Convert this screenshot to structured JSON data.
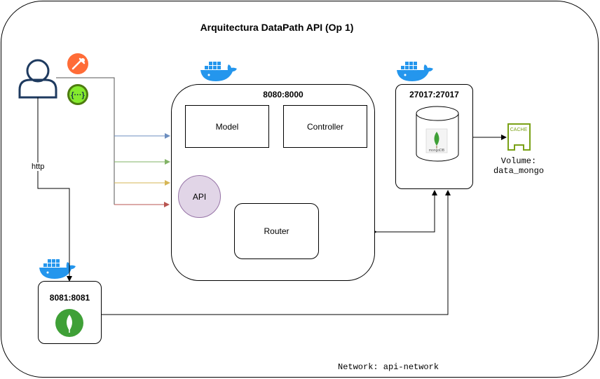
{
  "title": "Arquitectura DataPath API (Op 1)",
  "api_container": {
    "ports": "8080:8000",
    "model_label": "Model",
    "controller_label": "Controller",
    "router_label": "Router",
    "api_label": "API"
  },
  "mongo_container": {
    "ports": "27017:27017",
    "logo_text": "mongoDB"
  },
  "mongo_express_container": {
    "ports": "8081:8081"
  },
  "volume": {
    "label_line1": "Volume:",
    "label_line2": "data_mongo",
    "icon_text": "CACHE"
  },
  "http_label": "http",
  "network_label": "Network: api-network",
  "colors": {
    "arrow_blue": "#6c8ebf",
    "arrow_green": "#82b366",
    "arrow_yellow": "#d6b656",
    "arrow_red": "#b85450",
    "api_circle_fill": "#e1d5e7",
    "api_circle_stroke": "#9673a6",
    "docker_blue": "#2496ed",
    "postman_orange": "#ff6c37",
    "swagger_green": "#4d7c0f",
    "mongo_green": "#3fa037",
    "volume_green": "#7aa116"
  },
  "icons": [
    "user-icon",
    "postman-icon",
    "swagger-icon",
    "docker-icon",
    "mongodb-icon",
    "mongo-express-icon",
    "volume-cache-icon"
  ]
}
